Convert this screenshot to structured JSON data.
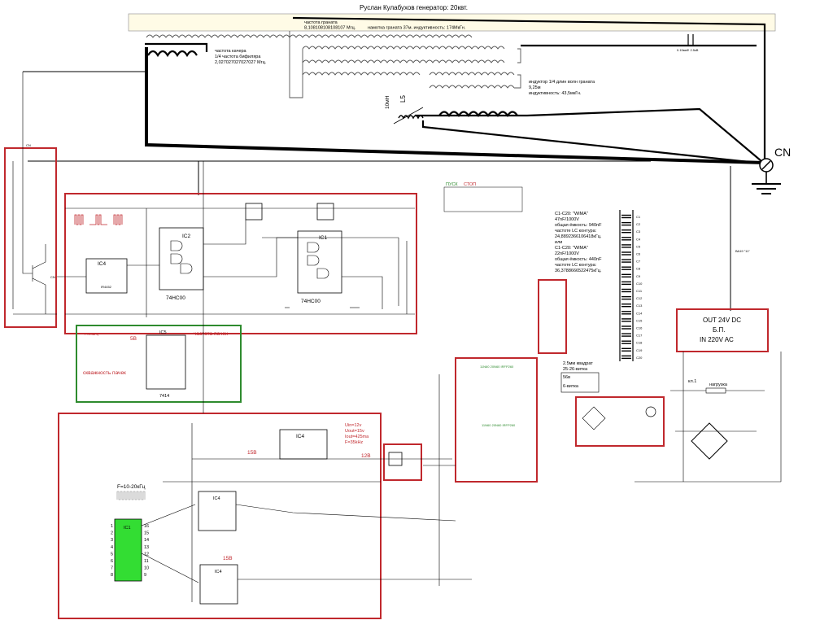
{
  "title": "Руслан Кулабухов генератор: 20квт.",
  "coils": {
    "garnet_freq_label": "частота граната",
    "garnet_freq_value": "8,108108108108107 Мгц.",
    "garnet_winding": "намотка граната 37м. индуктивность: 174МкГн.",
    "swing_freq_label": "частота качера",
    "swing_freq_quarter": "1/4 частота бифиляра",
    "swing_freq_value": "2,027027027027027 Мгц.",
    "inductor_label": "индуктор 1/4 длин волн граната",
    "inductor_length": "9,25м",
    "inductor_value": "индуктивность: 43,5мкГн.",
    "l5_value": "10мН",
    "l5_name": "L5",
    "cap_top": "0.15мкФ 2.5кВ"
  },
  "ground": {
    "label": "CN"
  },
  "connectors": {
    "cn": "CN"
  },
  "cap_bank": {
    "line1": "С1-С20: \"WIMA\"",
    "line2": "47nF/1000V",
    "line3": "общая ёмкость: 940nF",
    "line4": "частоте LC контура:",
    "line5": "24,8892366106418кГц.",
    "line6": "или",
    "line7": "С1-С20: \"WIMA\"",
    "line8": "22nF/1000V",
    "line9": "общая ёмкость: 440nF",
    "line10": "частоте LC контура:",
    "line11": "36,3788666522475кГц.",
    "labels": [
      "C1",
      "C2",
      "C3",
      "C4",
      "C5",
      "C6",
      "C7",
      "C8",
      "C9",
      "C10",
      "C11",
      "C12",
      "C13",
      "C14",
      "C15",
      "C16",
      "C17",
      "C18",
      "C19",
      "C20"
    ]
  },
  "psu": {
    "line1": "OUT 24V DC",
    "line2": "Б.П.",
    "line3": "IN  220V AC"
  },
  "chips": {
    "ic2": "IC2",
    "ic1": "IC1",
    "ic4": "IC4",
    "ic5": "IC5",
    "hc00a": "74HC00",
    "hc00b": "74HC00",
    "c7414": "7414",
    "ir4452": "IR4452",
    "ic1_driver": "IC1"
  },
  "control": {
    "start": "ПУСК",
    "stop": "СТОП",
    "burst_freq": "частота пачек",
    "burst_duty": "скважность пачек",
    "v5": "5В",
    "f_label": "F=1-5кГц",
    "freq_range": "F=10-20кГц",
    "v15a": "15В",
    "v15b": "15В",
    "v12": "12В",
    "uin": "Uin=12v",
    "uout": "Uout=15v",
    "iout": "Iout=425ma",
    "fout": "F=35kHz"
  },
  "mosfet": {
    "line_a": "11N60  20N60  IRFP260",
    "line_b": "11N60  20N60  IRFP260"
  },
  "transformer": {
    "wire": "2.5мм  квадрат",
    "turns": "25-26-витка",
    "w1": "56в",
    "w2": "6-витка"
  },
  "load": {
    "key": "кл.1",
    "load": "нагрузка",
    "fuse": "ВА19 \"11\""
  }
}
